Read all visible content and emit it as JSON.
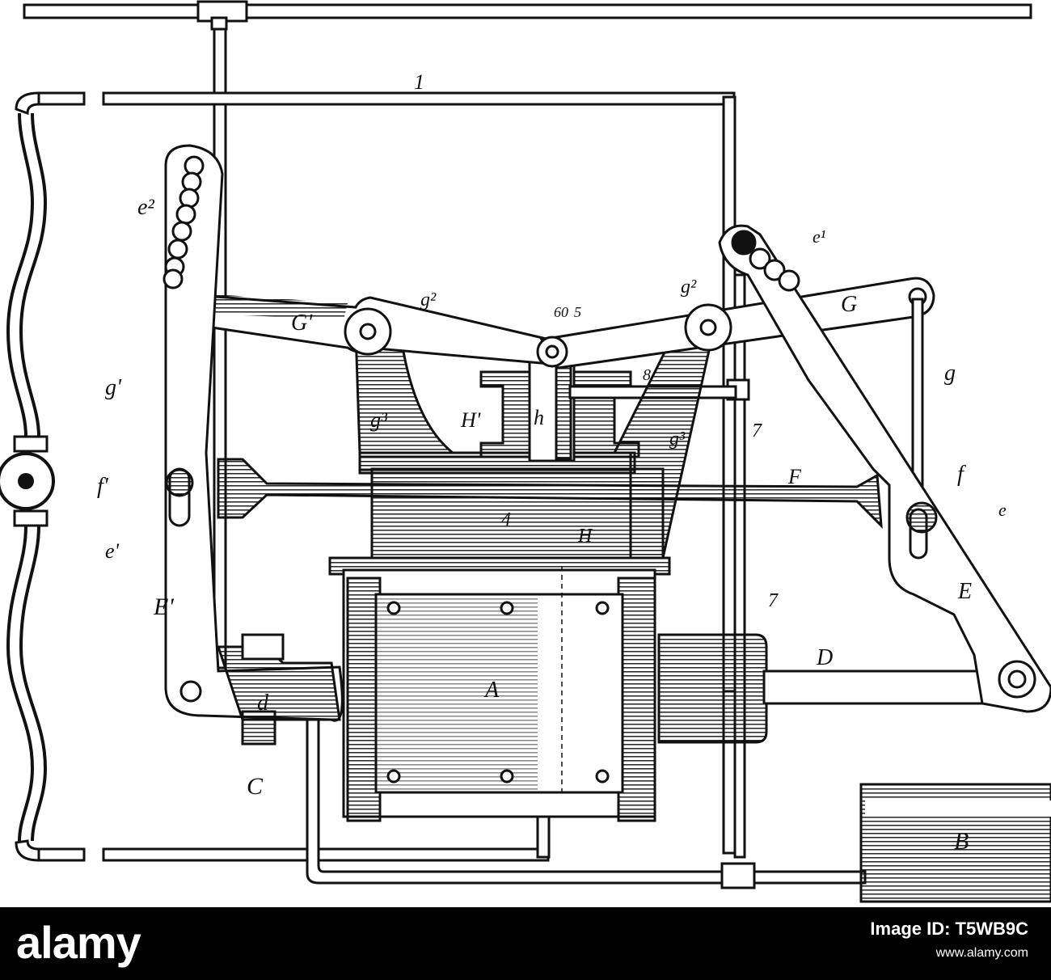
{
  "labels": {
    "one": "1",
    "e2_left": "e²",
    "e1_right": "e¹",
    "g2_left": "g²",
    "g2_right": "g²",
    "sixty": "60",
    "five": "5",
    "G1": "G'",
    "G": "G",
    "eight": "8",
    "g": "g",
    "g1": "g'",
    "g3_left": "g³",
    "g3_right": "g³",
    "H1": "H'",
    "h": "h",
    "seven_upper": "7",
    "F": "F",
    "f1": "f'",
    "f": "f",
    "e": "e",
    "e1_left": "e'",
    "four": "4",
    "H": "H",
    "seven_lower": "7",
    "E": "E",
    "E1": "E'",
    "D": "D",
    "d": "d",
    "A": "A",
    "C": "C",
    "B": "B"
  },
  "footer": {
    "brand": "alamy",
    "image_id_label": "Image ID: T5WB9C",
    "site": "www.alamy.com"
  }
}
